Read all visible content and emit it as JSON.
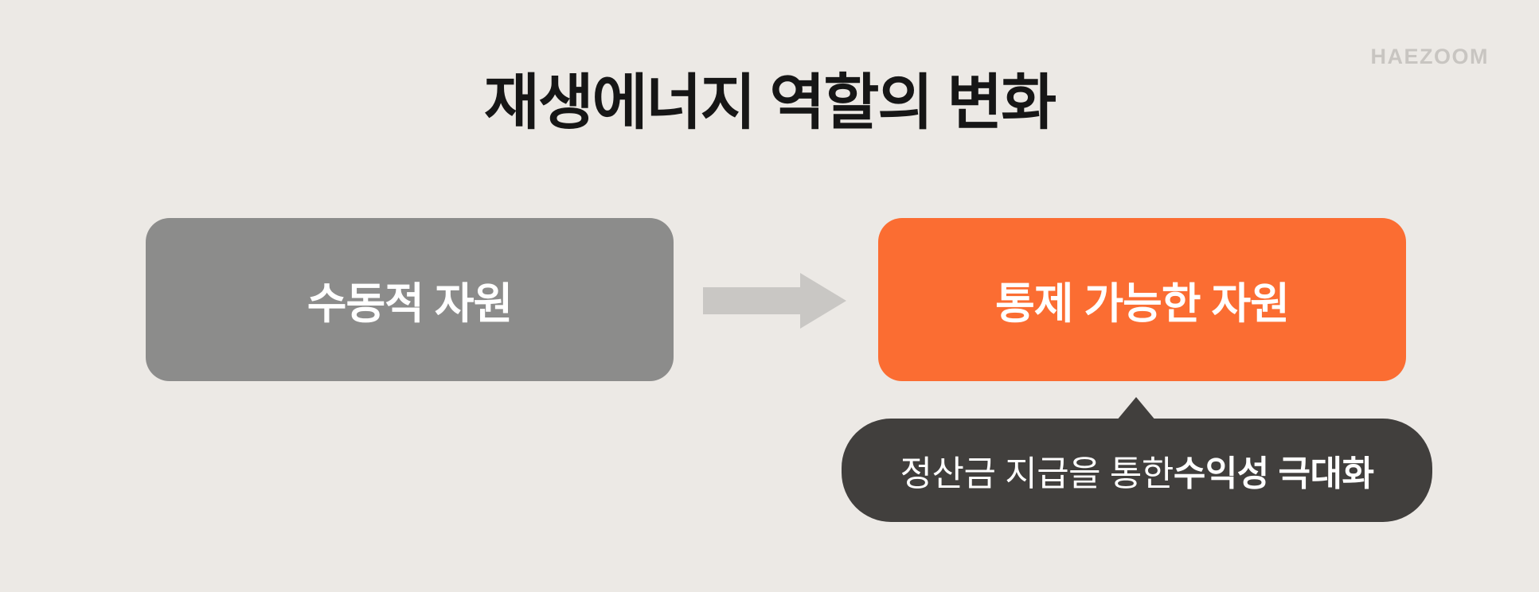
{
  "meta": {
    "brand_logo": "HAEZOOM"
  },
  "title": {
    "text": "재생에너지 역할의 변화"
  },
  "diagram": {
    "left_box": {
      "label": "수동적 자원"
    },
    "right_box": {
      "label": "통제 가능한 자원"
    },
    "arrow": {
      "icon": "arrow-right"
    },
    "callout": {
      "text_regular": "정산금 지급을 통한 ",
      "text_bold": "수익성 극대화"
    }
  },
  "colors": {
    "background": "#ECE9E5",
    "title_text": "#161616",
    "logo_text": "#C8C5C1",
    "left_box_bg": "#8C8C8B",
    "right_box_bg": "#FB6D32",
    "box_text": "#FFFFFF",
    "arrow": "#C9C7C4",
    "callout_bg": "#413F3D",
    "callout_text": "#FFFFFF"
  }
}
